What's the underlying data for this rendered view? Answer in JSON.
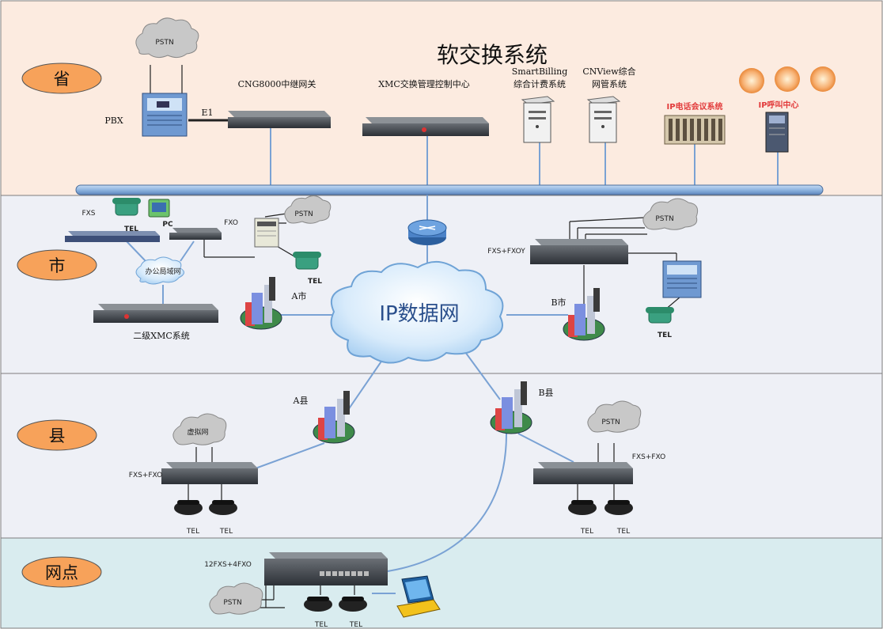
{
  "title": "软交换系统",
  "tiers": {
    "province": "省",
    "city": "市",
    "county": "县",
    "outlet": "网点"
  },
  "province": {
    "pstn": "PSTN",
    "pbx": "PBX",
    "e1": "E1",
    "gateway": "CNG8000中继网关",
    "xmc": "XMC交换管理控制中心",
    "billing_1": "SmartBilling",
    "billing_2": "综合计费系统",
    "nms_1": "CNView综合",
    "nms_2": "网管系统",
    "conference": "IP电话会议系统",
    "callcenter": "IP呼叫中心"
  },
  "city": {
    "fxs": "FXS",
    "tel": "TEL",
    "pc": "PC",
    "fxo": "FXO",
    "pstn": "PSTN",
    "lan": "办公局域网",
    "xmc2": "二级XMC系统",
    "city_a": "A市",
    "ip_net": "IP数据网",
    "city_b": "B市",
    "fxs_fxo": "FXS+FXOY",
    "pstn_b": "PSTN",
    "tel_b": "TEL",
    "tel_a": "TEL"
  },
  "county": {
    "a": "A县",
    "b": "B县",
    "virtual": "虚拟网",
    "fxs_fxo_a": "FXS+FXO",
    "pstn": "PSTN",
    "fxs_fxo_b": "FXS+FXO",
    "tel": "TEL"
  },
  "outlet": {
    "device": "12FXS+4FXO",
    "pstn": "PSTN",
    "tel": "TEL"
  },
  "colors": {
    "province_bg": "#fcebe0",
    "city_bg": "#eef0f6",
    "county_bg": "#eef0f6",
    "outlet_bg": "#d9ecef",
    "tier_badge": "#f7a25a",
    "link": "#7aa2d4"
  }
}
